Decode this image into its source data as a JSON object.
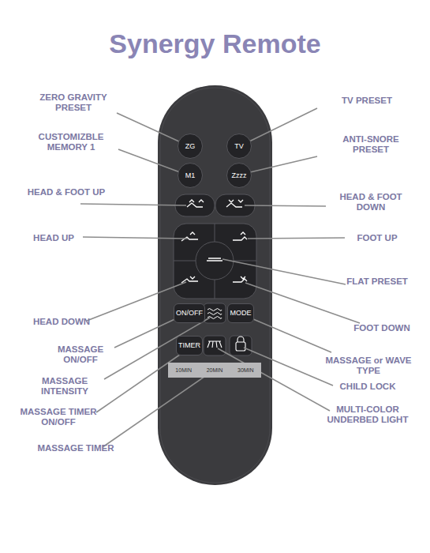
{
  "diagram": {
    "title": "Synergy Remote",
    "nodes": [
      {
        "text": [
          "ZG"
        ]
      },
      {
        "text": [
          "TV"
        ]
      },
      {
        "text": [
          "M1"
        ]
      },
      {
        "text": [
          "Zzzz"
        ]
      },
      {
        "text": [
          "ON/OFF"
        ]
      },
      {
        "text": [
          "MODE"
        ]
      },
      {
        "text": [
          "TIMER"
        ]
      },
      {
        "text": [
          "10MIN",
          "20MIN",
          "30MIN"
        ]
      }
    ],
    "labels": [
      "ZERO GRAVITY PRESET",
      "TV PRESET",
      "CUSTOMIZBLE MEMORY 1",
      "ANTI-SNORE PRESET",
      "HEAD & FOOT UP",
      "HEAD & FOOT DOWN",
      "HEAD UP",
      "FOOT UP",
      "FLAT PRESET",
      "HEAD DOWN",
      "FOOT DOWN",
      "MASSAGE ON/OFF",
      "MASSAGE or WAVE TYPE",
      "MASSAGE INTENSITY",
      "CHILD LOCK",
      "MASSAGE TIMER ON/OFF",
      "MULTI-COLOR UNDERBED LIGHT",
      "MASSAGE TIMER"
    ]
  }
}
